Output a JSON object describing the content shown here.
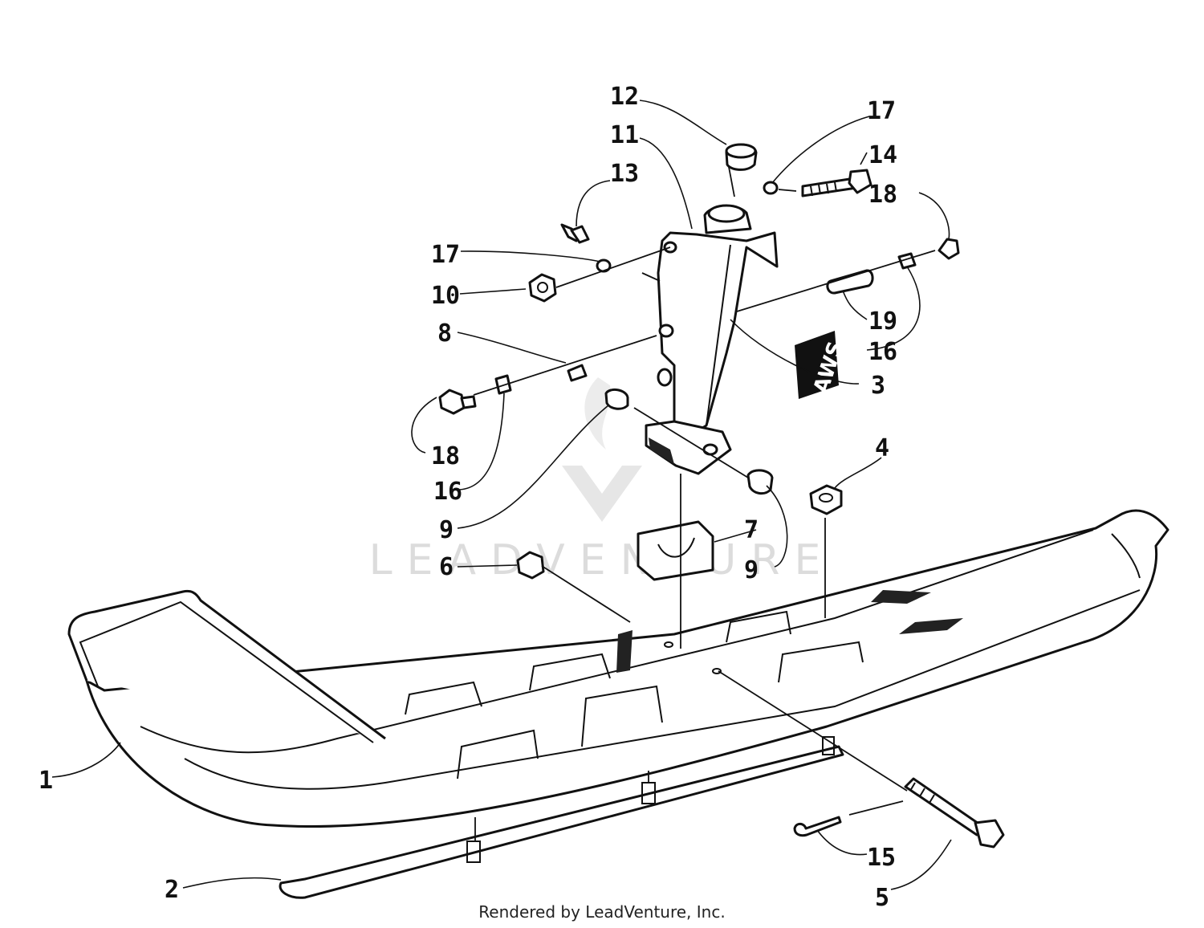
{
  "diagram": {
    "callouts": [
      {
        "id": "c12",
        "label": "12"
      },
      {
        "id": "c11",
        "label": "11"
      },
      {
        "id": "c13",
        "label": "13"
      },
      {
        "id": "c17a",
        "label": "17"
      },
      {
        "id": "c17b",
        "label": "17"
      },
      {
        "id": "c14",
        "label": "14"
      },
      {
        "id": "c18a",
        "label": "18"
      },
      {
        "id": "c18b",
        "label": "18"
      },
      {
        "id": "c10",
        "label": "10"
      },
      {
        "id": "c8",
        "label": "8"
      },
      {
        "id": "c19",
        "label": "19"
      },
      {
        "id": "c16a",
        "label": "16"
      },
      {
        "id": "c16b",
        "label": "16"
      },
      {
        "id": "c3",
        "label": "3"
      },
      {
        "id": "c4",
        "label": "4"
      },
      {
        "id": "c9a",
        "label": "9"
      },
      {
        "id": "c9b",
        "label": "9"
      },
      {
        "id": "c7",
        "label": "7"
      },
      {
        "id": "c6",
        "label": "6"
      },
      {
        "id": "c1",
        "label": "1"
      },
      {
        "id": "c15",
        "label": "15"
      },
      {
        "id": "c2",
        "label": "2"
      },
      {
        "id": "c5",
        "label": "5"
      }
    ],
    "decal_text": "AWS",
    "watermark_text": "LEADVENTURE",
    "credit": "Rendered by LeadVenture, Inc."
  }
}
